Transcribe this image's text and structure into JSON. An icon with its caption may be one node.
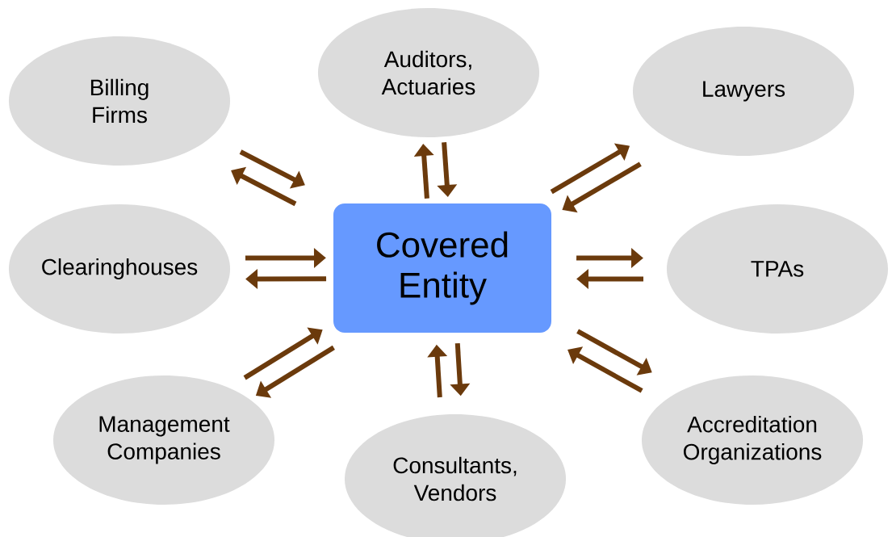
{
  "diagram": {
    "nodes": [
      {
        "text": [
          "Billing Firms"
        ]
      },
      {
        "text": [
          "Auditors, Actuaries"
        ]
      },
      {
        "text": [
          "Lawyers"
        ]
      },
      {
        "text": [
          "Clearinghouses"
        ]
      },
      {
        "text": [
          "Covered Entity"
        ]
      },
      {
        "text": [
          "TPAs"
        ]
      },
      {
        "text": [
          "Management Companies"
        ]
      },
      {
        "text": [
          "Consultants, Vendors"
        ]
      },
      {
        "text": [
          "Accreditation Organizations"
        ]
      }
    ],
    "edges": [
      {
        "from": 0,
        "to": 4,
        "arrow": "to"
      },
      {
        "from": 4,
        "to": 0,
        "arrow": "to"
      },
      {
        "from": 1,
        "to": 4,
        "arrow": "to"
      },
      {
        "from": 4,
        "to": 1,
        "arrow": "to"
      },
      {
        "from": 2,
        "to": 4,
        "arrow": "to"
      },
      {
        "from": 4,
        "to": 2,
        "arrow": "to"
      },
      {
        "from": 3,
        "to": 4,
        "arrow": "to"
      },
      {
        "from": 4,
        "to": 3,
        "arrow": "to"
      },
      {
        "from": 5,
        "to": 4,
        "arrow": "to"
      },
      {
        "from": 4,
        "to": 5,
        "arrow": "to"
      },
      {
        "from": 6,
        "to": 4,
        "arrow": "to"
      },
      {
        "from": 4,
        "to": 6,
        "arrow": "to"
      },
      {
        "from": 7,
        "to": 4,
        "arrow": "to"
      },
      {
        "from": 4,
        "to": 7,
        "arrow": "to"
      },
      {
        "from": 8,
        "to": 4,
        "arrow": "to"
      },
      {
        "from": 4,
        "to": 8,
        "arrow": "to"
      }
    ]
  }
}
